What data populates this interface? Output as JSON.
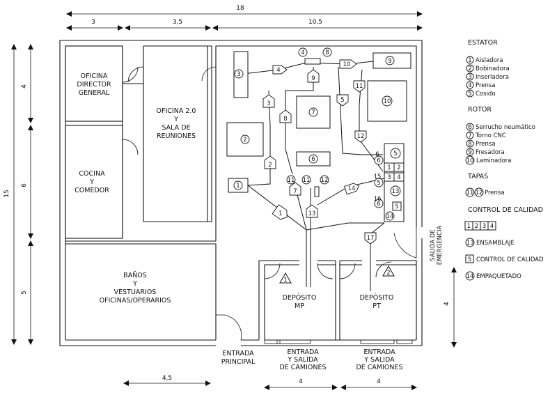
{
  "dimensions": {
    "total_width": "18",
    "seg_director": "3",
    "seg_oficina": "3,5",
    "seg_plant": "10,5",
    "left_top": "4",
    "left_mid": "6",
    "left_bottom": "5",
    "left_total": "15",
    "bottom_left": "4,5",
    "bottom_dep1": "4",
    "bottom_dep2": "4",
    "right_dep": "4"
  },
  "rooms": {
    "director": [
      "OFICINA",
      "DIRECTOR",
      "GENERAL"
    ],
    "oficina2": [
      "OFICINA 2.0",
      "Y",
      "SALA DE",
      "REUNIONES"
    ],
    "cocina": [
      "COCINA",
      "Y",
      "COMEDOR"
    ],
    "banos": [
      "BAÑOS",
      "Y",
      "VESTUARIOS",
      "OFICINAS/OPERARIOS"
    ],
    "deposito_mp": [
      "DEPÓSITO",
      "MP"
    ],
    "deposito_pt": [
      "DEPÓSITO",
      "PT"
    ],
    "salida_emergencia": [
      "SALIDA DE",
      "EMERGENCIA"
    ]
  },
  "entrances": {
    "principal": [
      "ENTRADA",
      "PRINCIPAL"
    ],
    "camiones_1": [
      "ENTRADA",
      "Y SALIDA",
      "DE CAMIONES"
    ],
    "camiones_2": [
      "ENTRADA",
      "Y SALIDA",
      "DE CAMIONES"
    ]
  },
  "deposit_markers": {
    "mp": "1",
    "pt": "2"
  },
  "machines": {
    "m1": "1",
    "m2": "2",
    "m3": "3",
    "m4": "4",
    "m5": "5",
    "m6": "6",
    "m7": "7",
    "m8": "8",
    "m9": "9",
    "m10": "10",
    "m11": "11",
    "m12": "12",
    "m13": "13",
    "cell_a1": "1",
    "cell_a2": "2",
    "cell_b3": "3",
    "cell_b4": "4",
    "cell_13": "13",
    "cell_5": "5",
    "cell_14": "14",
    "side_5": "5",
    "side_6": "6"
  },
  "flow_arrows": {
    "a1": "1",
    "a2": "2",
    "a3": "3",
    "a4": "4",
    "a5": "5",
    "a6": "6",
    "a7": "7",
    "a8": "8",
    "a9": "9",
    "a10": "10",
    "a11": "11",
    "a12": "12",
    "a13": "13",
    "a14": "14",
    "a15": "15",
    "a16": "16",
    "a17": "17"
  },
  "legend": {
    "estator_title": "ESTATOR",
    "estator": [
      {
        "num": "1",
        "name": "Aisladora"
      },
      {
        "num": "2",
        "name": "Bobinadora"
      },
      {
        "num": "3",
        "name": "Inserladora"
      },
      {
        "num": "4",
        "name": "Prensa"
      },
      {
        "num": "5",
        "name": "Cosido"
      }
    ],
    "rotor_title": "ROTOR",
    "rotor": [
      {
        "num": "6",
        "name": "Serrucho neumático"
      },
      {
        "num": "7",
        "name": "Torno CNC"
      },
      {
        "num": "8",
        "name": "Prensa"
      },
      {
        "num": "9",
        "name": "Fresadora"
      },
      {
        "num": "10",
        "name": "Laminadora"
      }
    ],
    "tapas_title": "TAPAS",
    "tapas": {
      "num_a": "11",
      "num_b": "12",
      "name": "Prensa"
    },
    "calidad_title": "CONTROL DE CALIDAD",
    "calidad_boxes": [
      "1",
      "2",
      "3",
      "4"
    ],
    "ensamblaje": {
      "num": "13",
      "name": "ENSAMBLAJE"
    },
    "control": {
      "num": "5",
      "name": "CONTROL DE CALIDAD"
    },
    "empaquetado": {
      "num": "14",
      "name": "EMPAQUETADO"
    }
  }
}
